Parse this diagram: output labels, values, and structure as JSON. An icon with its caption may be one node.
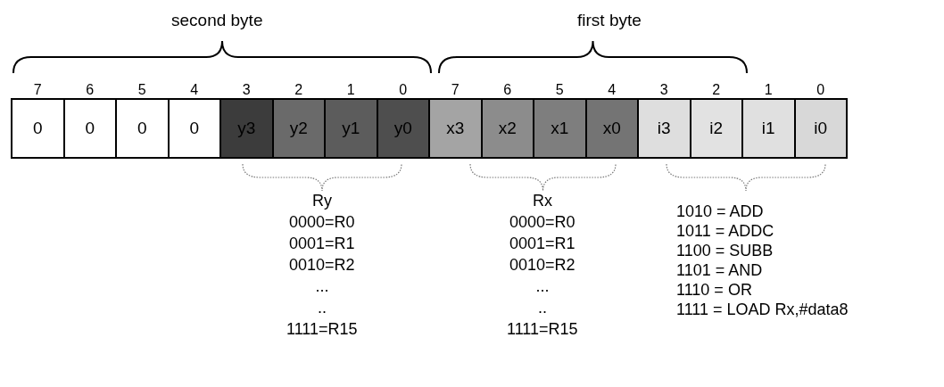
{
  "diagram": {
    "nodes": [
      {
        "text": [
          "0"
        ]
      },
      {
        "text": [
          "0"
        ]
      },
      {
        "text": [
          "0"
        ]
      },
      {
        "text": [
          "0"
        ]
      },
      {
        "text": [
          "y3"
        ]
      },
      {
        "text": [
          "y2"
        ]
      },
      {
        "text": [
          "y1"
        ]
      },
      {
        "text": [
          "y0"
        ]
      },
      {
        "text": [
          "x3"
        ]
      },
      {
        "text": [
          "x2"
        ]
      },
      {
        "text": [
          "x1"
        ]
      },
      {
        "text": [
          "x0"
        ]
      },
      {
        "text": [
          "i3"
        ]
      },
      {
        "text": [
          "i2"
        ]
      },
      {
        "text": [
          "i1"
        ]
      },
      {
        "text": [
          "i0"
        ]
      }
    ],
    "edges": [],
    "labels": [
      "second byte",
      "first byte",
      "7",
      "6",
      "5",
      "4",
      "3",
      "2",
      "1",
      "0",
      "7",
      "6",
      "5",
      "4",
      "3",
      "2",
      "1",
      "0",
      "Ry",
      "0000=R0",
      "0001=R1",
      "0010=R2",
      "...",
      "..",
      "1111=R15",
      "Rx",
      "0000=R0",
      "0001=R1",
      "0010=R2",
      "...",
      "..",
      "1111=R15",
      "1010 = ADD",
      "1011 = ADDC",
      "1100 = SUBB",
      "1101 = AND",
      "1110 = OR",
      "1111 = LOAD Rx,#data8"
    ]
  }
}
